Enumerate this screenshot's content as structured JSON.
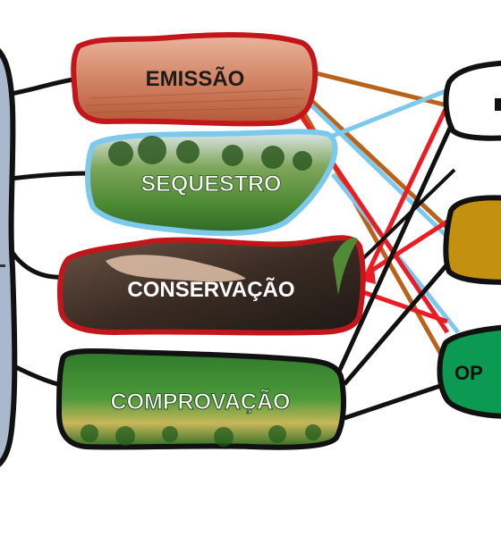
{
  "diagram": {
    "left_node": {
      "label": ""
    },
    "middle_nodes": [
      {
        "id": "emissao",
        "label": "EMISSÃO",
        "border_color": "#c2161b"
      },
      {
        "id": "sequestro",
        "label": "SEQUESTRO",
        "border_color": "#7cc9ec"
      },
      {
        "id": "conservacao",
        "label": "CONSERVAÇÃO",
        "border_color": "#c2161b"
      },
      {
        "id": "comprovacao",
        "label": "COMPROVAÇÃO",
        "border_color": "#111111"
      }
    ],
    "right_nodes": [
      {
        "id": "right-top",
        "label": "A",
        "fill": "#ffffff"
      },
      {
        "id": "right-middle",
        "label": "",
        "fill": "#c4900f"
      },
      {
        "id": "right-bottom",
        "label": "OP",
        "fill": "#0c9a52"
      }
    ],
    "connector_colors": {
      "brown": "#b8621b",
      "light_blue": "#7cc9ec",
      "red": "#ec1c24",
      "black": "#111111"
    }
  }
}
